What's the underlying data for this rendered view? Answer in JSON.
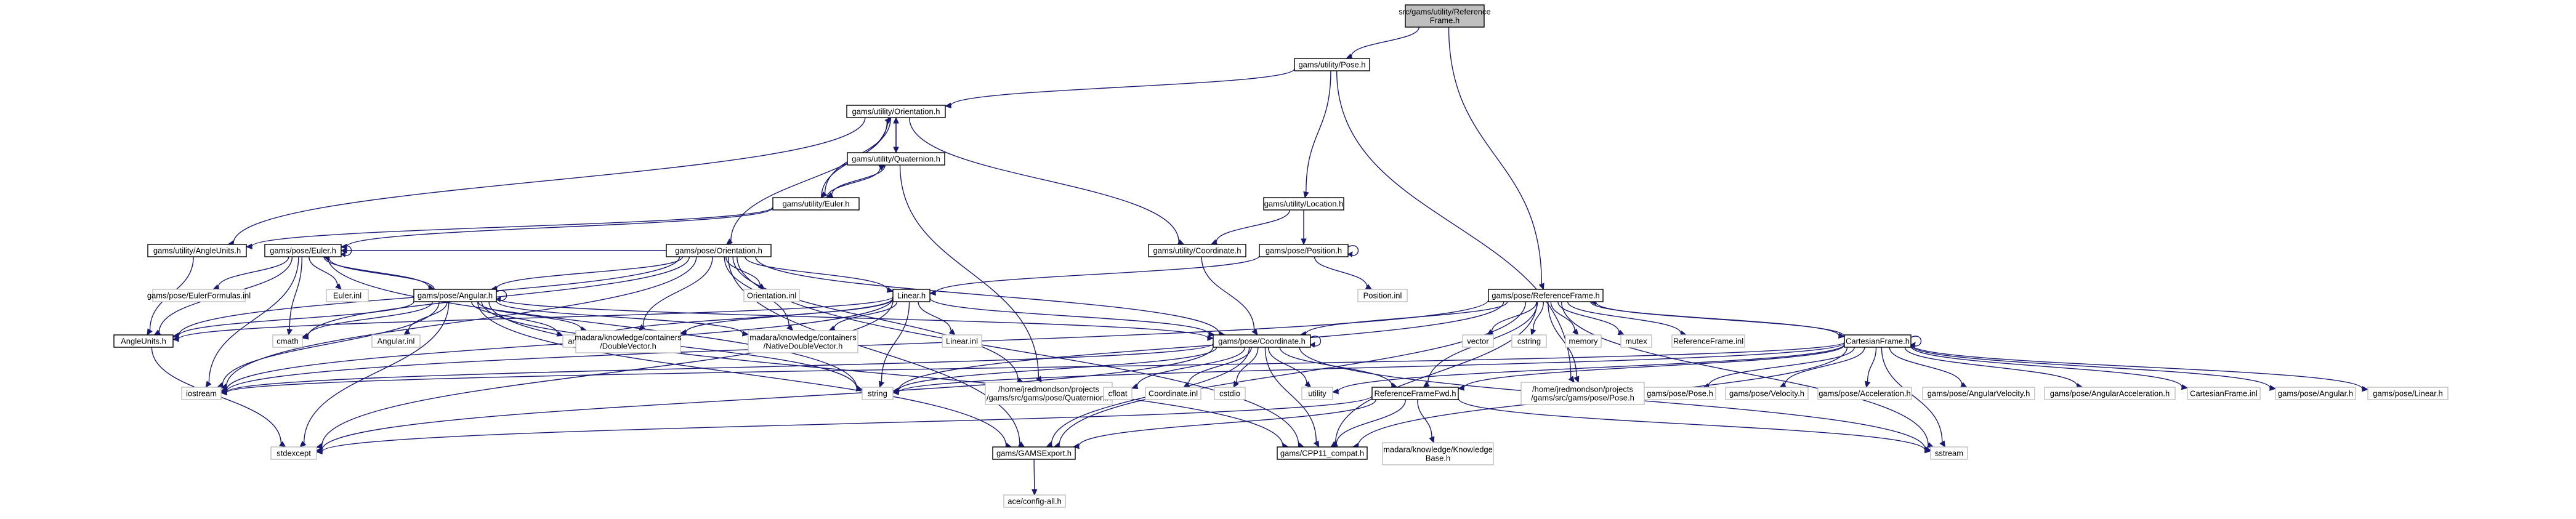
{
  "graph": {
    "nodes": [
      {
        "id": "root",
        "lines": [
          "src/gams/utility/Reference",
          "Frame.h"
        ],
        "style": "root"
      },
      {
        "id": "utility_pose",
        "lines": [
          "gams/utility/Pose.h"
        ],
        "style": "normal"
      },
      {
        "id": "utility_orientation",
        "lines": [
          "gams/utility/Orientation.h"
        ],
        "style": "normal"
      },
      {
        "id": "utility_quaternion",
        "lines": [
          "gams/utility/Quaternion.h"
        ],
        "style": "normal"
      },
      {
        "id": "utility_euler",
        "lines": [
          "gams/utility/Euler.h"
        ],
        "style": "normal"
      },
      {
        "id": "utility_angleunits",
        "lines": [
          "gams/utility/AngleUnits.h"
        ],
        "style": "normal"
      },
      {
        "id": "pose_euler",
        "lines": [
          "gams/pose/Euler.h"
        ],
        "style": "normal"
      },
      {
        "id": "pose_orientation",
        "lines": [
          "gams/pose/Orientation.h"
        ],
        "style": "normal"
      },
      {
        "id": "utility_location",
        "lines": [
          "gams/utility/Location.h"
        ],
        "style": "normal"
      },
      {
        "id": "utility_coordinate",
        "lines": [
          "gams/utility/Coordinate.h"
        ],
        "style": "normal"
      },
      {
        "id": "pose_position",
        "lines": [
          "gams/pose/Position.h"
        ],
        "style": "normal"
      },
      {
        "id": "pose_referenceframe",
        "lines": [
          "gams/pose/ReferenceFrame.h"
        ],
        "style": "normal"
      },
      {
        "id": "eulerformulas_inl",
        "lines": [
          "gams/pose/EulerFormulas.inl"
        ],
        "style": "leaf"
      },
      {
        "id": "euler_inl",
        "lines": [
          "Euler.inl"
        ],
        "style": "leaf"
      },
      {
        "id": "pose_angular",
        "lines": [
          "gams/pose/Angular.h"
        ],
        "style": "normal"
      },
      {
        "id": "orientation_inl",
        "lines": [
          "Orientation.inl"
        ],
        "style": "leaf"
      },
      {
        "id": "linear_h",
        "lines": [
          "Linear.h"
        ],
        "style": "normal"
      },
      {
        "id": "position_inl",
        "lines": [
          "Position.inl"
        ],
        "style": "leaf"
      },
      {
        "id": "angleunits_h",
        "lines": [
          "AngleUnits.h"
        ],
        "style": "normal"
      },
      {
        "id": "cmath",
        "lines": [
          "cmath"
        ],
        "style": "leaf"
      },
      {
        "id": "angular_inl",
        "lines": [
          "Angular.inl"
        ],
        "style": "leaf"
      },
      {
        "id": "array",
        "lines": [
          "array"
        ],
        "style": "leaf"
      },
      {
        "id": "doublevector",
        "lines": [
          "madara/knowledge/containers",
          "/DoubleVector.h"
        ],
        "style": "leaf"
      },
      {
        "id": "nativedoublevector",
        "lines": [
          "madara/knowledge/containers",
          "/NativeDoubleVector.h"
        ],
        "style": "leaf"
      },
      {
        "id": "linear_inl",
        "lines": [
          "Linear.inl"
        ],
        "style": "leaf"
      },
      {
        "id": "pose_coordinate",
        "lines": [
          "gams/pose/Coordinate.h"
        ],
        "style": "normal"
      },
      {
        "id": "vector",
        "lines": [
          "vector"
        ],
        "style": "leaf"
      },
      {
        "id": "cstring",
        "lines": [
          "cstring"
        ],
        "style": "leaf"
      },
      {
        "id": "memory",
        "lines": [
          "memory"
        ],
        "style": "leaf"
      },
      {
        "id": "mutex",
        "lines": [
          "mutex"
        ],
        "style": "leaf"
      },
      {
        "id": "referenceframe_inl",
        "lines": [
          "ReferenceFrame.inl"
        ],
        "style": "leaf"
      },
      {
        "id": "cartesianframe_h",
        "lines": [
          "CartesianFrame.h"
        ],
        "style": "normal"
      },
      {
        "id": "iostream",
        "lines": [
          "iostream"
        ],
        "style": "leaf"
      },
      {
        "id": "string",
        "lines": [
          "string"
        ],
        "style": "leaf"
      },
      {
        "id": "home_quaternion",
        "lines": [
          "/home/jredmondson/projects",
          "/gams/src/gams/pose/Quaternion.h"
        ],
        "style": "leaf"
      },
      {
        "id": "cfloat",
        "lines": [
          "cfloat"
        ],
        "style": "leaf"
      },
      {
        "id": "coordinate_inl",
        "lines": [
          "Coordinate.inl"
        ],
        "style": "leaf"
      },
      {
        "id": "cstdio",
        "lines": [
          "cstdio"
        ],
        "style": "leaf"
      },
      {
        "id": "utility",
        "lines": [
          "utility"
        ],
        "style": "leaf"
      },
      {
        "id": "referenceframefwd",
        "lines": [
          "ReferenceFrameFwd.h"
        ],
        "style": "normal"
      },
      {
        "id": "home_pose",
        "lines": [
          "/home/jredmondson/projects",
          "/gams/src/gams/pose/Pose.h"
        ],
        "style": "leaf"
      },
      {
        "id": "gp_pose",
        "lines": [
          "gams/pose/Pose.h"
        ],
        "style": "leaf"
      },
      {
        "id": "gp_velocity",
        "lines": [
          "gams/pose/Velocity.h"
        ],
        "style": "leaf"
      },
      {
        "id": "gp_acceleration",
        "lines": [
          "gams/pose/Acceleration.h"
        ],
        "style": "leaf"
      },
      {
        "id": "gp_angularvelocity",
        "lines": [
          "gams/pose/AngularVelocity.h"
        ],
        "style": "leaf"
      },
      {
        "id": "gp_angularacceleration",
        "lines": [
          "gams/pose/AngularAcceleration.h"
        ],
        "style": "leaf"
      },
      {
        "id": "cartesianframe_inl",
        "lines": [
          "CartesianFrame.inl"
        ],
        "style": "leaf"
      },
      {
        "id": "gp_angular_leaf",
        "lines": [
          "gams/pose/Angular.h"
        ],
        "style": "leaf"
      },
      {
        "id": "gp_linear_leaf",
        "lines": [
          "gams/pose/Linear.h"
        ],
        "style": "leaf"
      },
      {
        "id": "stdexcept",
        "lines": [
          "stdexcept"
        ],
        "style": "leaf"
      },
      {
        "id": "gamsexport",
        "lines": [
          "gams/GAMSExport.h"
        ],
        "style": "normal"
      },
      {
        "id": "knowledgebase",
        "lines": [
          "madara/knowledge/Knowledge",
          "Base.h"
        ],
        "style": "leaf"
      },
      {
        "id": "cpp11compat",
        "lines": [
          "gams/CPP11_compat.h"
        ],
        "style": "normal"
      },
      {
        "id": "sstream",
        "lines": [
          "sstream"
        ],
        "style": "leaf"
      },
      {
        "id": "aceconfig",
        "lines": [
          "ace/config-all.h"
        ],
        "style": "leaf"
      }
    ],
    "edges": [
      [
        "root",
        "utility_pose"
      ],
      [
        "root",
        "pose_referenceframe"
      ],
      [
        "utility_pose",
        "utility_orientation"
      ],
      [
        "utility_pose",
        "utility_location"
      ],
      [
        "utility_pose",
        "home_pose"
      ],
      [
        "utility_orientation",
        "utility_quaternion"
      ],
      [
        "utility_orientation",
        "utility_euler"
      ],
      [
        "utility_orientation",
        "utility_angleunits"
      ],
      [
        "utility_orientation",
        "utility_coordinate"
      ],
      [
        "utility_orientation",
        "pose_orientation"
      ],
      [
        "utility_quaternion",
        "utility_orientation"
      ],
      [
        "utility_quaternion",
        "utility_euler"
      ],
      [
        "utility_quaternion",
        "home_quaternion"
      ],
      [
        "utility_euler",
        "utility_orientation"
      ],
      [
        "utility_euler",
        "utility_quaternion"
      ],
      [
        "utility_euler",
        "utility_angleunits"
      ],
      [
        "utility_euler",
        "pose_euler"
      ],
      [
        "utility_angleunits",
        "angleunits_h"
      ],
      [
        "utility_location",
        "utility_coordinate"
      ],
      [
        "utility_location",
        "pose_position"
      ],
      [
        "utility_coordinate",
        "pose_coordinate"
      ],
      [
        "pose_position",
        "pose_position"
      ],
      [
        "pose_position",
        "position_inl"
      ],
      [
        "pose_position",
        "linear_h"
      ],
      [
        "pose_euler",
        "pose_euler"
      ],
      [
        "pose_euler",
        "eulerformulas_inl"
      ],
      [
        "pose_euler",
        "euler_inl"
      ],
      [
        "pose_euler",
        "pose_angular"
      ],
      [
        "pose_euler",
        "angleunits_h"
      ],
      [
        "pose_euler",
        "cmath"
      ],
      [
        "pose_euler",
        "iostream"
      ],
      [
        "pose_euler",
        "string"
      ],
      [
        "pose_orientation",
        "pose_euler"
      ],
      [
        "pose_orientation",
        "orientation_inl"
      ],
      [
        "pose_orientation",
        "pose_angular"
      ],
      [
        "pose_orientation",
        "linear_h"
      ],
      [
        "pose_orientation",
        "doublevector"
      ],
      [
        "pose_orientation",
        "nativedoublevector"
      ],
      [
        "pose_orientation",
        "pose_coordinate"
      ],
      [
        "pose_orientation",
        "angleunits_h"
      ],
      [
        "pose_orientation",
        "cmath"
      ],
      [
        "pose_orientation",
        "gamsexport"
      ],
      [
        "pose_orientation",
        "cpp11compat"
      ],
      [
        "pose_orientation",
        "iostream"
      ],
      [
        "pose_orientation",
        "home_quaternion"
      ],
      [
        "pose_angular",
        "pose_angular"
      ],
      [
        "pose_angular",
        "angleunits_h"
      ],
      [
        "pose_angular",
        "cmath"
      ],
      [
        "pose_angular",
        "angular_inl"
      ],
      [
        "pose_angular",
        "array"
      ],
      [
        "pose_angular",
        "doublevector"
      ],
      [
        "pose_angular",
        "nativedoublevector"
      ],
      [
        "pose_angular",
        "pose_coordinate"
      ],
      [
        "pose_angular",
        "iostream"
      ],
      [
        "pose_angular",
        "string"
      ],
      [
        "pose_angular",
        "stdexcept"
      ],
      [
        "pose_angular",
        "gamsexport"
      ],
      [
        "pose_angular",
        "cpp11compat"
      ],
      [
        "pose_angular",
        "pose_euler"
      ],
      [
        "linear_h",
        "linear_inl"
      ],
      [
        "linear_h",
        "array"
      ],
      [
        "linear_h",
        "doublevector"
      ],
      [
        "linear_h",
        "nativedoublevector"
      ],
      [
        "linear_h",
        "pose_coordinate"
      ],
      [
        "linear_h",
        "iostream"
      ],
      [
        "linear_h",
        "string"
      ],
      [
        "linear_h",
        "stdexcept"
      ],
      [
        "linear_h",
        "angleunits_h"
      ],
      [
        "pose_referenceframe",
        "vector"
      ],
      [
        "pose_referenceframe",
        "cstring"
      ],
      [
        "pose_referenceframe",
        "memory"
      ],
      [
        "pose_referenceframe",
        "mutex"
      ],
      [
        "pose_referenceframe",
        "referenceframe_inl"
      ],
      [
        "pose_referenceframe",
        "cartesianframe_h"
      ],
      [
        "pose_referenceframe",
        "pose_coordinate"
      ],
      [
        "pose_referenceframe",
        "referenceframefwd"
      ],
      [
        "pose_referenceframe",
        "iostream"
      ],
      [
        "pose_referenceframe",
        "string"
      ],
      [
        "pose_referenceframe",
        "gamsexport"
      ],
      [
        "pose_referenceframe",
        "cpp11compat"
      ],
      [
        "pose_referenceframe",
        "sstream"
      ],
      [
        "pose_referenceframe",
        "home_pose"
      ],
      [
        "pose_coordinate",
        "pose_coordinate"
      ],
      [
        "pose_coordinate",
        "iostream"
      ],
      [
        "pose_coordinate",
        "string"
      ],
      [
        "pose_coordinate",
        "cfloat"
      ],
      [
        "pose_coordinate",
        "coordinate_inl"
      ],
      [
        "pose_coordinate",
        "cstdio"
      ],
      [
        "pose_coordinate",
        "utility"
      ],
      [
        "pose_coordinate",
        "referenceframefwd"
      ],
      [
        "pose_coordinate",
        "gamsexport"
      ],
      [
        "pose_coordinate",
        "cpp11compat"
      ],
      [
        "pose_coordinate",
        "stdexcept"
      ],
      [
        "pose_coordinate",
        "sstream"
      ],
      [
        "cartesianframe_h",
        "cartesianframe_h"
      ],
      [
        "cartesianframe_h",
        "pose_referenceframe"
      ],
      [
        "cartesianframe_h",
        "gp_pose"
      ],
      [
        "cartesianframe_h",
        "gp_velocity"
      ],
      [
        "cartesianframe_h",
        "gp_acceleration"
      ],
      [
        "cartesianframe_h",
        "gp_angularvelocity"
      ],
      [
        "cartesianframe_h",
        "gp_angularacceleration"
      ],
      [
        "cartesianframe_h",
        "cartesianframe_inl"
      ],
      [
        "cartesianframe_h",
        "gp_angular_leaf"
      ],
      [
        "cartesianframe_h",
        "gp_linear_leaf"
      ],
      [
        "cartesianframe_h",
        "referenceframefwd"
      ],
      [
        "cartesianframe_h",
        "iostream"
      ],
      [
        "cartesianframe_h",
        "string"
      ],
      [
        "cartesianframe_h",
        "utility"
      ],
      [
        "cartesianframe_h",
        "cpp11compat"
      ],
      [
        "cartesianframe_h",
        "sstream"
      ],
      [
        "referenceframefwd",
        "stdexcept"
      ],
      [
        "referenceframefwd",
        "gamsexport"
      ],
      [
        "referenceframefwd",
        "knowledgebase"
      ],
      [
        "referenceframefwd",
        "cpp11compat"
      ],
      [
        "referenceframefwd",
        "sstream"
      ],
      [
        "angleunits_h",
        "stdexcept"
      ],
      [
        "gamsexport",
        "aceconfig"
      ]
    ]
  }
}
